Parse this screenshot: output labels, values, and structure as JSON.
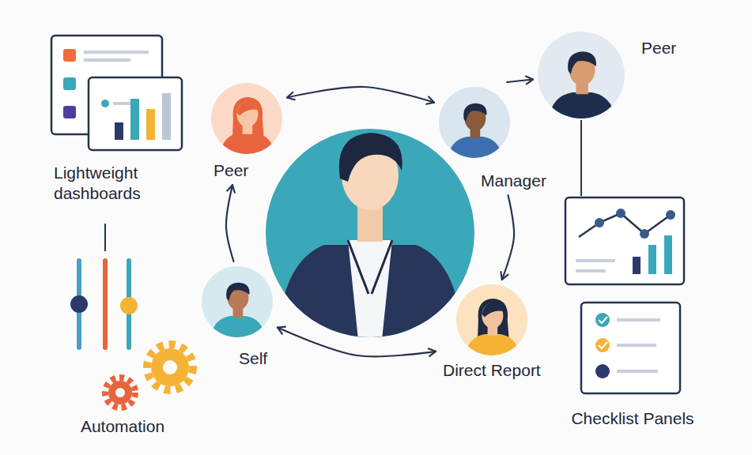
{
  "diagram": {
    "nodes": [
      {
        "text": [
          "Peer"
        ]
      },
      {
        "text": [
          "Peer"
        ]
      },
      {
        "text": [
          "Manager"
        ]
      },
      {
        "text": [
          "Self"
        ]
      },
      {
        "text": [
          "Direct Report"
        ]
      }
    ],
    "edges": [
      {
        "from": 1,
        "to": 2,
        "arrow": "both"
      },
      {
        "from": 2,
        "to": 0,
        "arrow": "to"
      },
      {
        "from": 2,
        "to": 4,
        "arrow": "to"
      },
      {
        "from": 3,
        "to": 4,
        "arrow": "both"
      },
      {
        "from": 3,
        "to": 1,
        "arrow": "to"
      }
    ],
    "labels": [
      "Lightweight dashboards",
      "Automation",
      "Checklist Panels"
    ]
  }
}
